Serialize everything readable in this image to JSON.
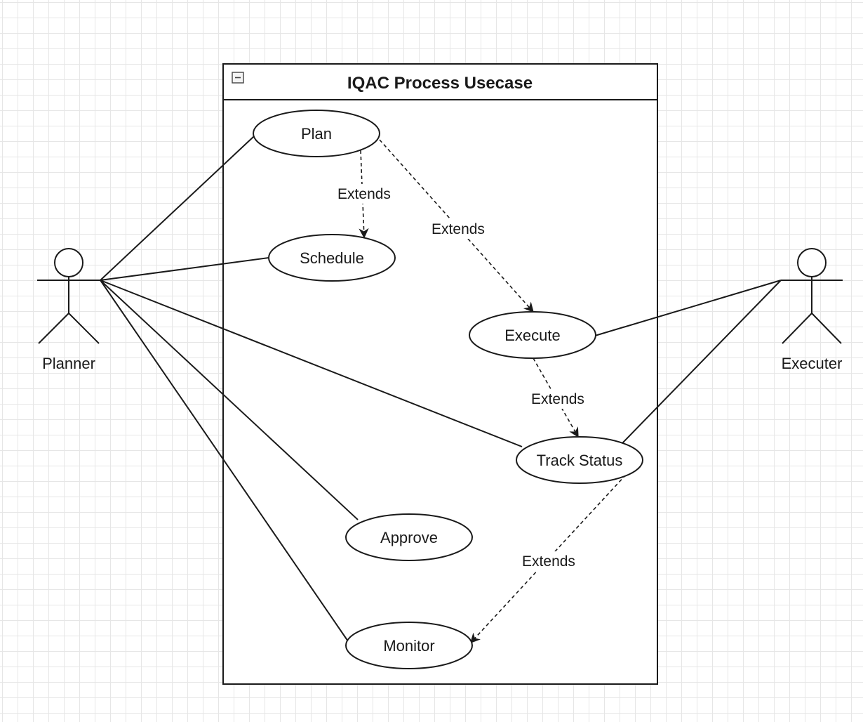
{
  "system": {
    "title": "IQAC Process Usecase",
    "collapse_icon": "minus-square-icon"
  },
  "actors": {
    "planner": "Planner",
    "executer": "Executer"
  },
  "usecases": {
    "plan": "Plan",
    "schedule": "Schedule",
    "execute": "Execute",
    "track_status": "Track Status",
    "approve": "Approve",
    "monitor": "Monitor"
  },
  "relations": {
    "plan_schedule": "Extends",
    "plan_execute": "Extends",
    "execute_track": "Extends",
    "track_monitor": "Extends"
  },
  "colors": {
    "stroke": "#1a1a1a",
    "grid": "#e6e6e6",
    "background": "#ffffff"
  }
}
